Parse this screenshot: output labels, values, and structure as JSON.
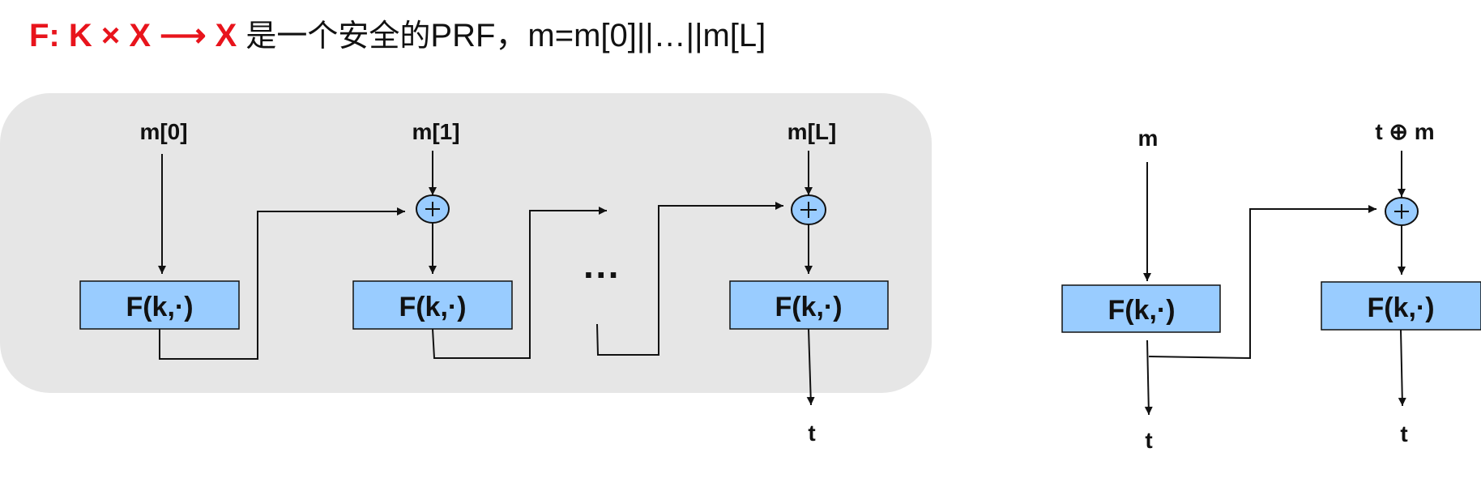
{
  "title": {
    "prefix": "F: K × X ⟶ X",
    "chinese": "是一个安全的",
    "rest": "PRF，m=m[0]||…||m[L]"
  },
  "left": {
    "inputs": [
      "m[0]",
      "m[1]",
      "m[L]"
    ],
    "box_label": "F(k,·)",
    "ellipsis": "···",
    "output": "t"
  },
  "right": {
    "inputs": [
      "m",
      "t ⊕ m"
    ],
    "box_label": "F(k,·)",
    "outputs": [
      "t",
      "t"
    ]
  },
  "colors": {
    "panel": "#e6e6e6",
    "box_fill": "#99ccff",
    "title_red": "#e8141c"
  },
  "icons": [
    "xor-icon"
  ]
}
